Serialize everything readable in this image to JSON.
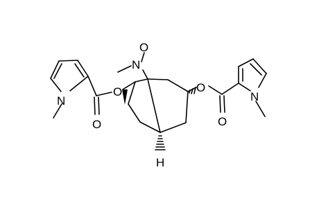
{
  "molecule": {
    "atoms": {
      "n_oxide": "N",
      "o_oxide": "O",
      "o_ester_left": "O",
      "o_carbonyl_left": "O",
      "n_pyrrole_left": "N",
      "o_ester_right": "O",
      "o_carbonyl_right": "O",
      "n_pyrrole_right": "N",
      "h_bridgehead": "H"
    }
  },
  "colors": {
    "bond": "#000000",
    "background": "#ffffff"
  }
}
